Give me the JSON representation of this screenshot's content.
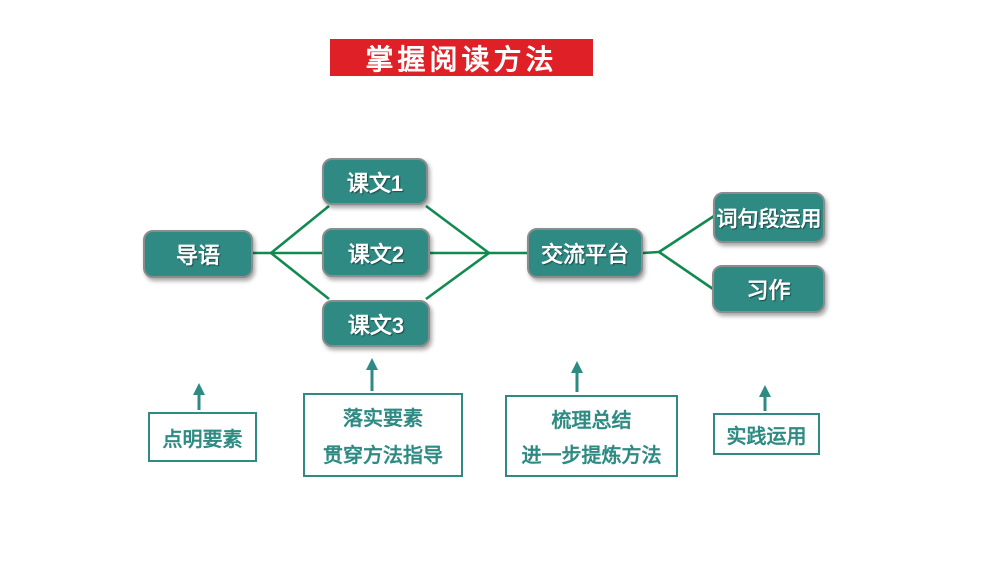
{
  "title": {
    "text": "掌握阅读方法"
  },
  "colors": {
    "background": "#ffffff",
    "title_bg": "#df2127",
    "title_text": "#ffffff",
    "node_fill": "#2e8a83",
    "node_border": "#8c8c8c",
    "node_text": "#ffffff",
    "connector_green": "#118a50",
    "annotation_teal": "#2e8a83"
  },
  "nodes": {
    "daoyu": {
      "label": "导语"
    },
    "kewen1": {
      "label": "课文1"
    },
    "kewen2": {
      "label": "课文2"
    },
    "kewen3": {
      "label": "课文3"
    },
    "jiaoliu": {
      "label": "交流平台"
    },
    "cijuduan": {
      "label": "词句段运用"
    },
    "xizuo": {
      "label": "习作"
    }
  },
  "annotations": {
    "dianming": {
      "line1": "点明要素"
    },
    "luoshi": {
      "line1": "落实要素",
      "line2": "贯穿方法指导"
    },
    "shuli": {
      "line1": "梳理总结",
      "line2": "进一步提炼方法"
    },
    "shijian": {
      "line1": "实践运用"
    }
  }
}
